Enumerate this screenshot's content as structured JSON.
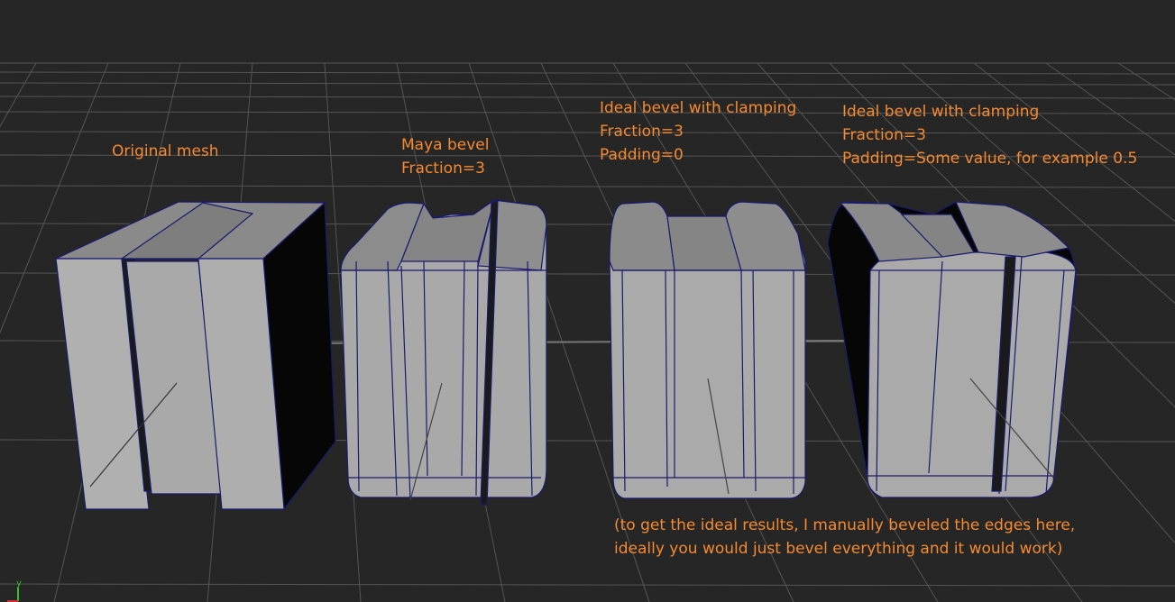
{
  "viewport": {
    "background": "#262626",
    "grid_color": "#5a5a5a",
    "label_color": "#f58a30",
    "mesh_face": "#a9a9a9",
    "mesh_wire": "#1a1a6e"
  },
  "labels": {
    "original": "Original mesh",
    "maya_title": "Maya bevel",
    "maya_fraction": "Fraction=3",
    "ideal1_title": "Ideal bevel with clamping",
    "ideal1_fraction": "Fraction=3",
    "ideal1_padding": "Padding=0",
    "ideal2_title": "Ideal bevel with clamping",
    "ideal2_fraction": "Fraction=3",
    "ideal2_padding": "Padding=Some value, for example 0.5",
    "note_line1": "(to get the ideal results, I manually beveled the edges here,",
    "note_line2": "ideally you would just bevel everything and it would work)"
  },
  "axis": {
    "y_label": "y",
    "x_color": "#d03030",
    "y_color": "#30c030"
  }
}
